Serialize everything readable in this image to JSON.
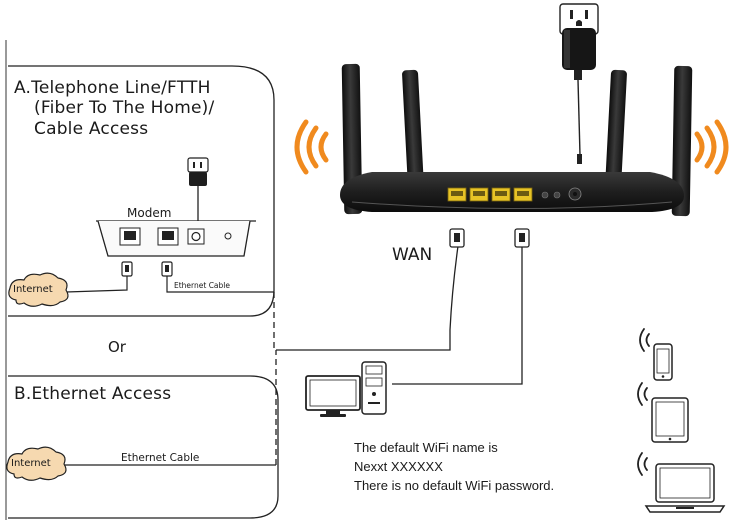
{
  "section_a": {
    "title_line1": "A.Telephone Line/FTTH",
    "title_line2": "(Fiber To The Home)/",
    "title_line3": "Cable Access",
    "modem_label": "Modem",
    "internet_label": "Internet",
    "ethernet_cable_label": "Ethernet Cable"
  },
  "or_label": "Or",
  "section_b": {
    "title": "B.Ethernet Access",
    "internet_label": "Internet",
    "ethernet_cable_label": "Ethernet Cable"
  },
  "router": {
    "wan_label": "WAN"
  },
  "wifi_info": {
    "line1": "The default WiFi name is",
    "line2": "Nexxt XXXXXX",
    "line3": "There is no default WiFi password."
  },
  "colors": {
    "wifi_wave": "#f08a1e",
    "port_yellow": "#e7c326",
    "router_body": "#1b1b1b",
    "cloud_fill": "#f6d9b0"
  }
}
